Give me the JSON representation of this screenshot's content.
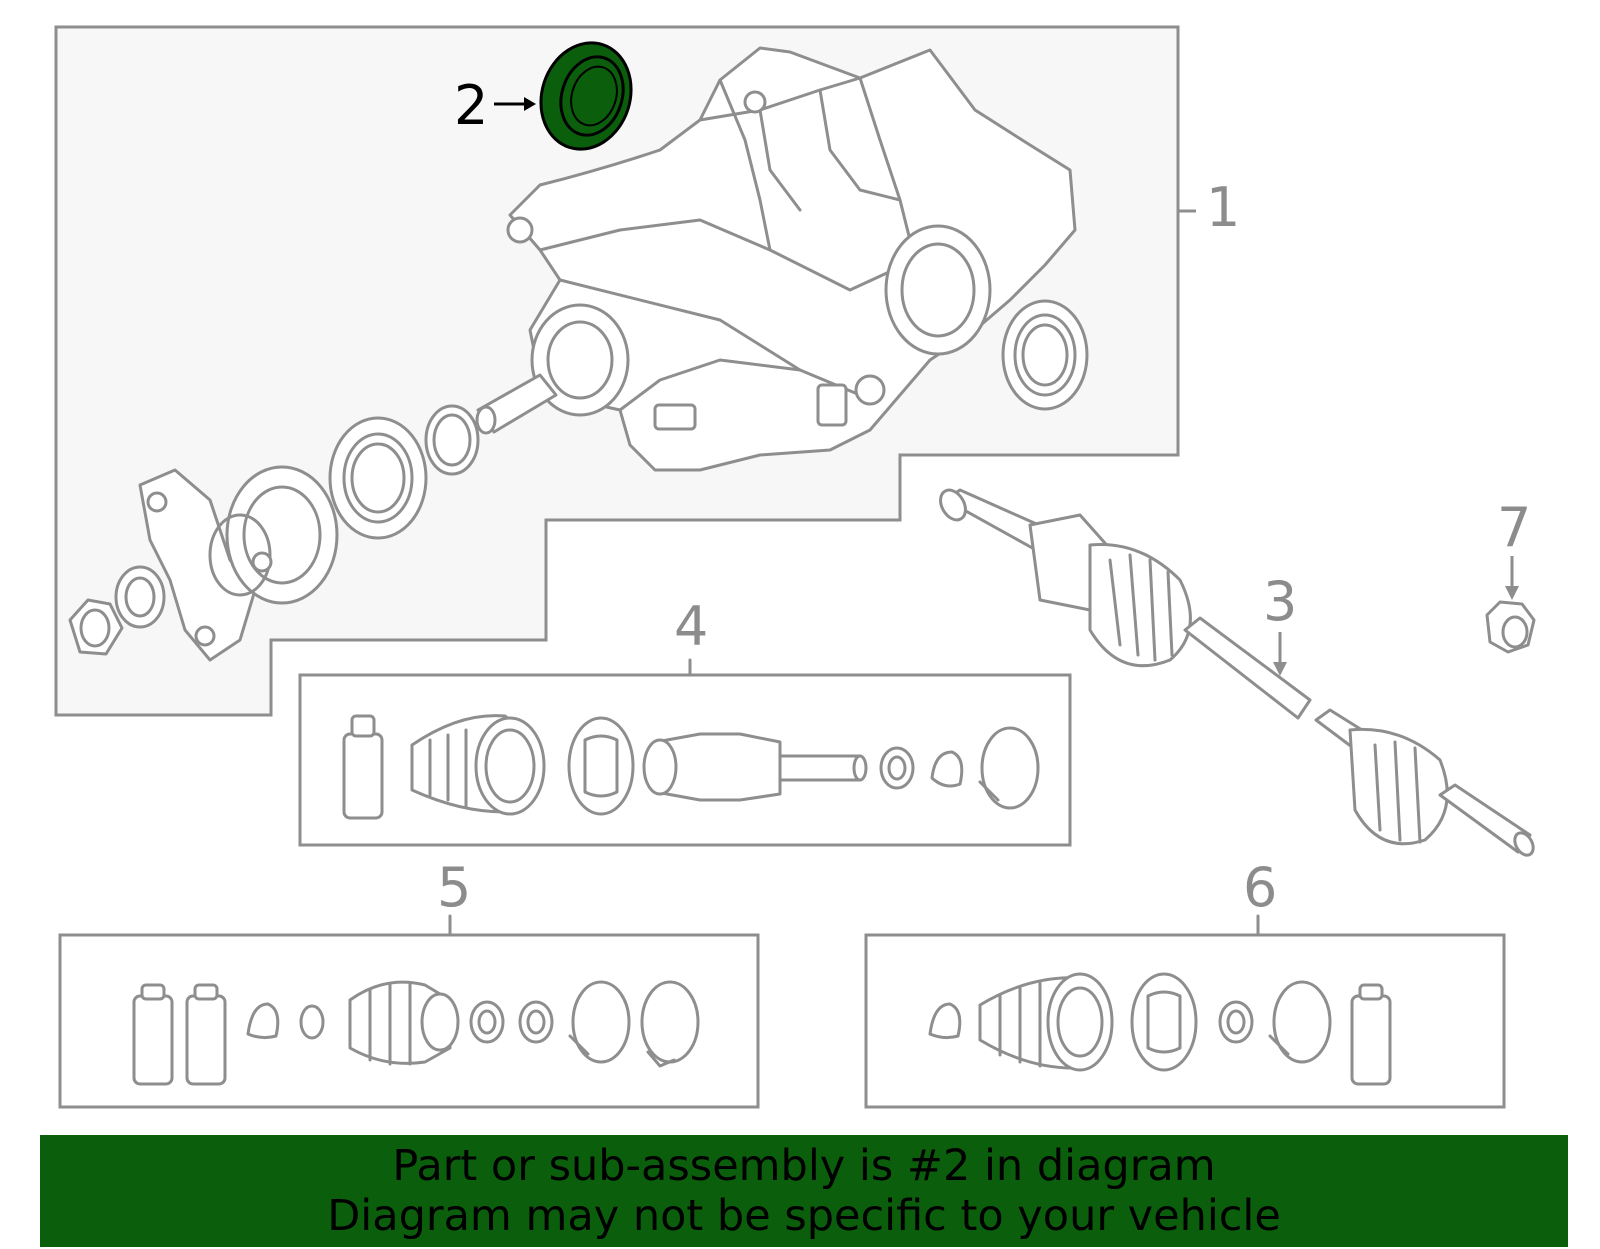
{
  "callouts": {
    "c1": "1",
    "c2": "2",
    "c3": "3",
    "c4": "4",
    "c5": "5",
    "c6": "6",
    "c7": "7"
  },
  "highlight": {
    "part_number": "2",
    "color": "#0b5e0b",
    "outline_color": "#000000"
  },
  "colors": {
    "line_art": "#8e8e8e",
    "frame_fill": "#f7f7f7",
    "background": "#ffffff"
  },
  "banner": {
    "line1": "Part or sub-assembly is #2 in diagram",
    "line2": "Diagram may not be specific to your vehicle"
  }
}
